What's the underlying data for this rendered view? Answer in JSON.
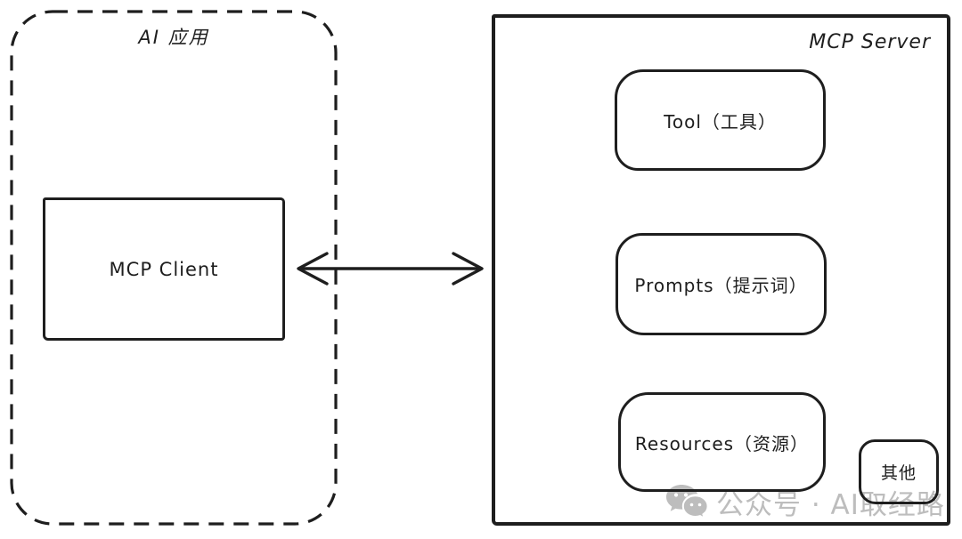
{
  "ai_app": {
    "label": "AI 应用",
    "client": {
      "label": "MCP Client"
    }
  },
  "server": {
    "label": "MCP Server",
    "items": [
      {
        "label": "Tool（工具）"
      },
      {
        "label": "Prompts（提示词）"
      },
      {
        "label": "Resources（资源）"
      },
      {
        "label": "其他"
      }
    ]
  },
  "arrow": {
    "type": "bidirectional",
    "from": "MCP Client",
    "to": "MCP Server"
  },
  "watermark": {
    "icon": "wechat-icon",
    "text": "公众号 · AI取经路"
  },
  "colors": {
    "stroke": "#1e1e1e",
    "watermark": "#bdbdbd",
    "background": "#ffffff"
  }
}
